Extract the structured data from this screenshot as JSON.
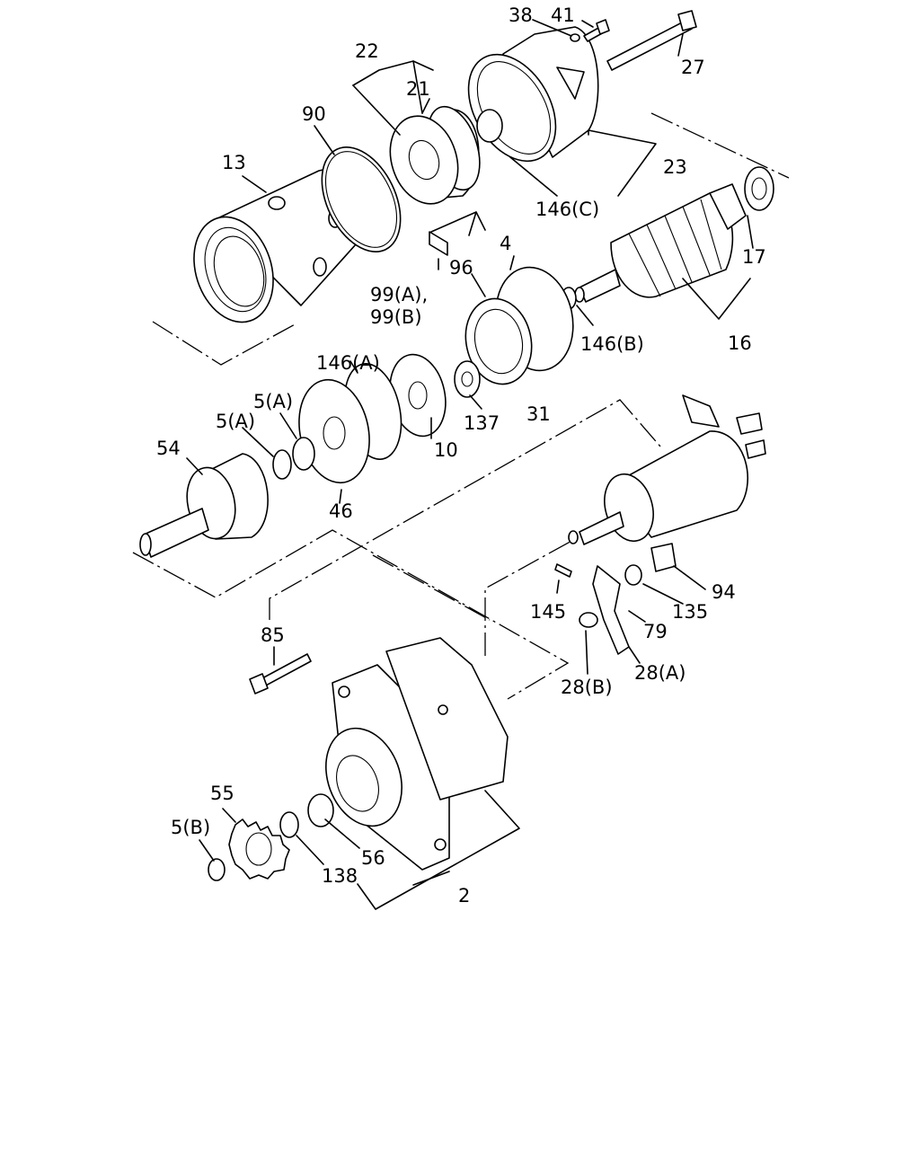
{
  "labels": {
    "p2": "2",
    "p4": "4",
    "p5a_1": "5(A)",
    "p5a_2": "5(A)",
    "p5b": "5(B)",
    "p10": "10",
    "p13": "13",
    "p16": "16",
    "p17": "17",
    "p21": "21",
    "p22": "22",
    "p23": "23",
    "p27": "27",
    "p28a": "28(A)",
    "p28b": "28(B)",
    "p31": "31",
    "p38": "38",
    "p41": "41",
    "p46": "46",
    "p54": "54",
    "p55": "55",
    "p56": "56",
    "p79": "79",
    "p85": "85",
    "p90": "90",
    "p94": "94",
    "p96": "96",
    "p99_line1": "99(A),",
    "p99_line2": "99(B)",
    "p135": "135",
    "p137": "137",
    "p138": "138",
    "p145": "145",
    "p146a": "146(A)",
    "p146b": "146(B)",
    "p146c": "146(C)"
  }
}
